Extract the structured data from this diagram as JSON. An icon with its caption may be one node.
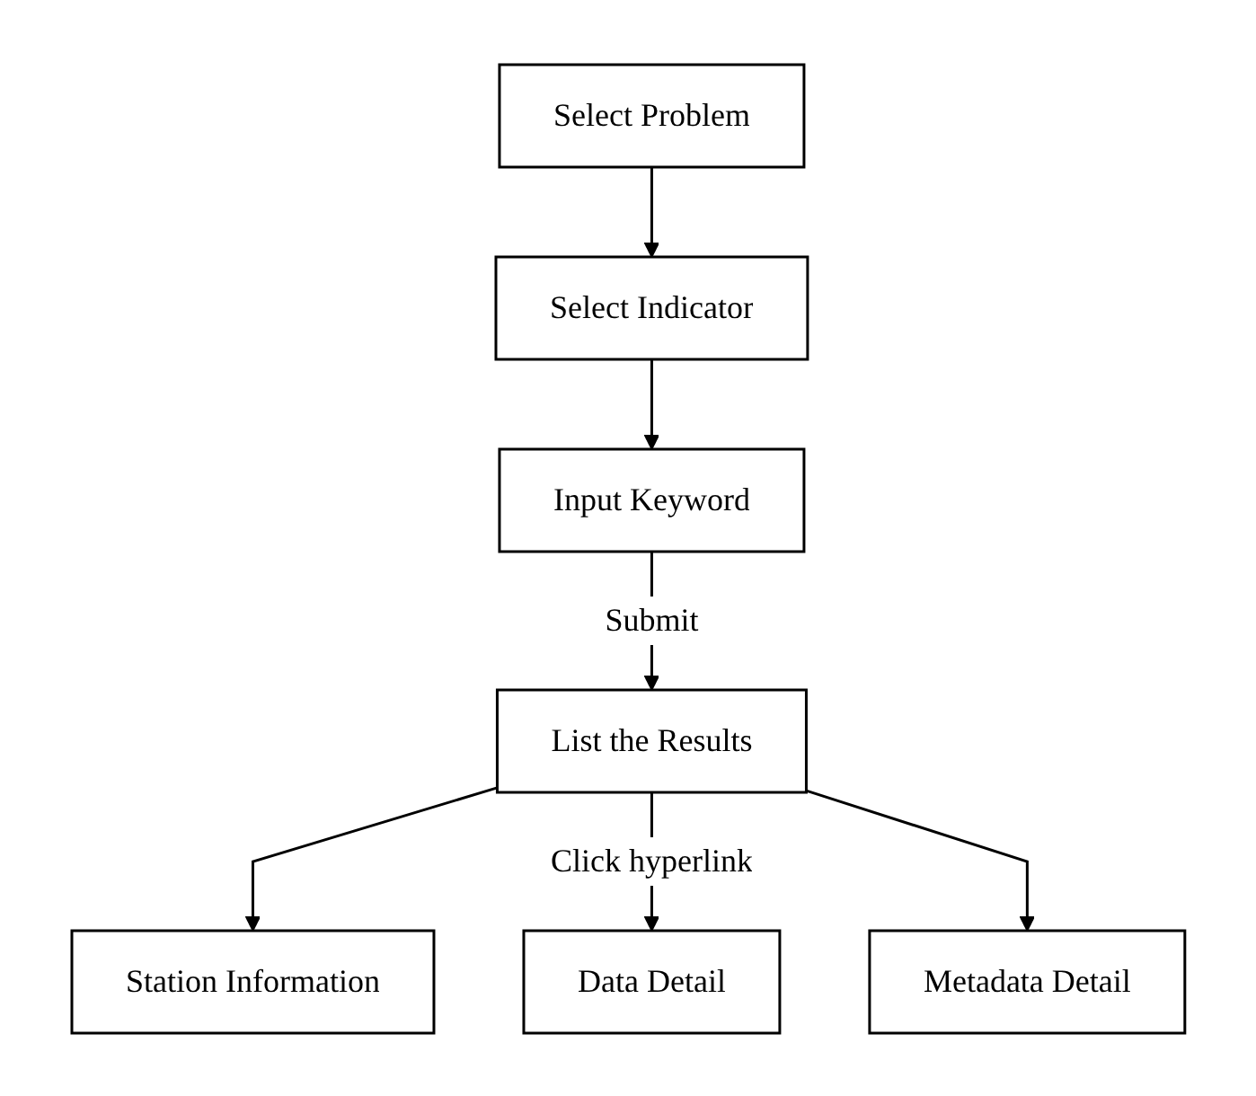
{
  "diagram": {
    "nodes": [
      {
        "text": [
          "Select Problem"
        ]
      },
      {
        "text": [
          "Select Indicator"
        ]
      },
      {
        "text": [
          "Input Keyword"
        ]
      },
      {
        "text": [
          "List the Results"
        ]
      },
      {
        "text": [
          "Station Information"
        ]
      },
      {
        "text": [
          "Data Detail"
        ]
      },
      {
        "text": [
          "Metadata Detail"
        ]
      }
    ],
    "edges": [
      {
        "from": 0,
        "to": 1,
        "arrow": "to"
      },
      {
        "from": 1,
        "to": 2,
        "arrow": "to"
      },
      {
        "from": 2,
        "to": 3,
        "arrow": "to",
        "label": "Submit"
      },
      {
        "from": 3,
        "to": 4,
        "arrow": "to"
      },
      {
        "from": 3,
        "to": 5,
        "arrow": "to",
        "label": "Click hyperlink"
      },
      {
        "from": 3,
        "to": 6,
        "arrow": "to"
      }
    ]
  }
}
